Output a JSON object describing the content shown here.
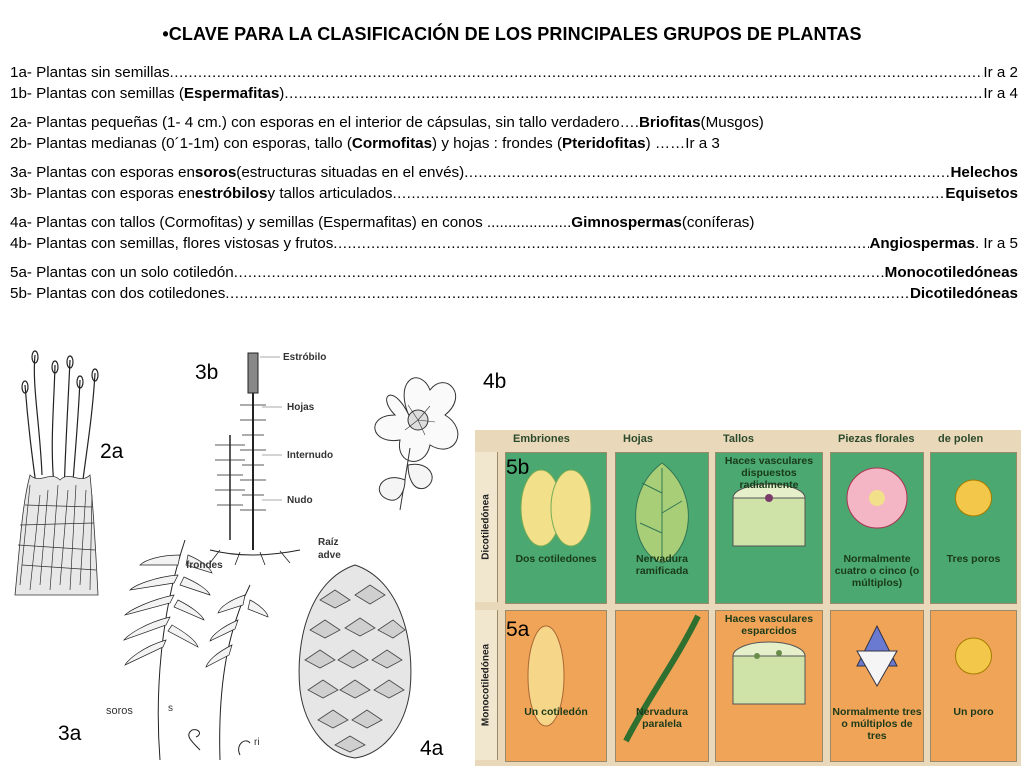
{
  "title": "•CLAVE PARA LA CLASIFICACIÓN DE LOS PRINCIPALES GRUPOS DE PLANTAS",
  "key": [
    {
      "lines": [
        {
          "pre": "1a- Plantas sin semillas",
          "bold": "",
          "mid": "",
          "bold2": "",
          "post": "",
          "end": "Ir a 2"
        },
        {
          "pre": "1b- Plantas con semillas (",
          "bold": "Espermafitas",
          "mid": ")",
          "bold2": "",
          "post": "",
          "end": "Ir a  4"
        }
      ]
    },
    {
      "lines": [
        {
          "pre": "2a- Plantas pequeñas (1- 4 cm.) con esporas en el interior de cápsulas, sin tallo verdadero…. ",
          "bold": "Briofitas",
          "mid": " (Musgos)",
          "bold2": "",
          "post": "",
          "end": ""
        },
        {
          "pre": "2b- Plantas medianas (0´1-1m) con esporas, tallo (",
          "bold": "Cormofitas",
          "mid": ") y hojas : frondes (",
          "bold2": "Pteridofitas",
          "post": ")  ……Ir a 3",
          "end": ""
        }
      ]
    },
    {
      "lines": [
        {
          "pre": "3a- Plantas con esporas en ",
          "bold": "soros",
          "mid": " (estructuras situadas en el envés)",
          "bold2": "",
          "post": "",
          "end": "Helechos",
          "endBold": true
        },
        {
          "pre": "3b- Plantas con esporas en ",
          "bold": "estróbilos",
          "mid": " y tallos articulados",
          "bold2": "",
          "post": "",
          "end": "Equisetos",
          "endBold": true
        }
      ]
    },
    {
      "lines": [
        {
          "pre": "4a- Plantas con tallos (Cormofitas) y semillas (Espermafitas)  en conos ....................",
          "bold": "Gimnospermas",
          "mid": " (coníferas)",
          "bold2": "",
          "post": "",
          "end": ""
        },
        {
          "pre": "4b- Plantas con semillas, flores vistosas y frutos",
          "bold": "",
          "mid": "",
          "bold2": "",
          "post": "",
          "end": "Angiospermas",
          "endBold": true,
          "endTail": ". Ir a 5"
        }
      ]
    },
    {
      "lines": [
        {
          "pre": "5a- Plantas con un solo cotiledón",
          "bold": "",
          "mid": "",
          "bold2": "",
          "post": "",
          "end": "Monocotiledóneas",
          "endBold": true
        },
        {
          "pre": "5b- Plantas con dos cotiledones",
          "bold": "",
          "mid": "",
          "bold2": "",
          "post": "",
          "end": "Dicotiledóneas",
          "endBold": true
        }
      ]
    }
  ],
  "labels": {
    "l2a": "2a",
    "l3b": "3b",
    "l4b": "4b",
    "l5b": "5b",
    "l5a": "5a",
    "l3a": "3a",
    "l4a": "4a"
  },
  "horsetail_labels": {
    "estrobilo": "Estróbilo",
    "hojas": "Hojas",
    "internudo": "Internudo",
    "nudo": "Nudo",
    "raiz": "Raíz",
    "adve": "adve"
  },
  "fern_labels": {
    "frondes": "frondes",
    "soros": "soros",
    "s": "s",
    "ri": "ri"
  },
  "table": {
    "headers": [
      "Embriones",
      "Hojas",
      "Tallos",
      "Piezas florales",
      "de polen"
    ],
    "rows": [
      {
        "tag": "Dicotiledónea",
        "captions": [
          "Dos cotiledones",
          "Nervadura ramificada",
          "Haces vasculares dispuestos radialmente",
          "Normalmente cuatro o cinco (o múltiplos)",
          "Tres poros"
        ]
      },
      {
        "tag": "Monocotiledónea",
        "captions": [
          "Un cotiledón",
          "Nervadura paralela",
          "Haces vasculares esparcidos",
          "Normalmente tres o múltiplos de tres",
          "Un poro"
        ]
      }
    ]
  },
  "colors": {
    "panel": "#ead8bb",
    "cell_dicot": "#4aa870",
    "cell_mono": "#f0a457",
    "text_dark": "#1a3a1a"
  }
}
